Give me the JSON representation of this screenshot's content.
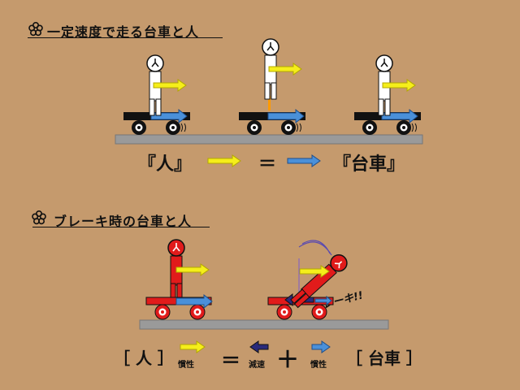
{
  "section1": {
    "title": "一定速度で走る台車と人",
    "equation": {
      "left": "『人』",
      "equals": "＝",
      "right": "『台車』"
    }
  },
  "section2": {
    "title": "ブレーキ時の台車と人",
    "brake_label": "ブレーキ!!",
    "equation": {
      "left": "［ 人 ］",
      "equals": "＝",
      "plus": "＋",
      "right": "［ 台車 ］",
      "inertia_label_1": "慣性",
      "decel_label": "減速",
      "inertia_label_2": "慣性"
    }
  },
  "colors": {
    "background": "#c59a6d",
    "person_white": "#ffffff",
    "person_red": "#e11b1b",
    "arrow_yellow": "#f5ee1a",
    "arrow_blue": "#4a90d9",
    "arrow_navy": "#2a2a7a",
    "cart_black": "#111111",
    "cart_red": "#e11b1b",
    "ground": "#9a9a9a"
  }
}
